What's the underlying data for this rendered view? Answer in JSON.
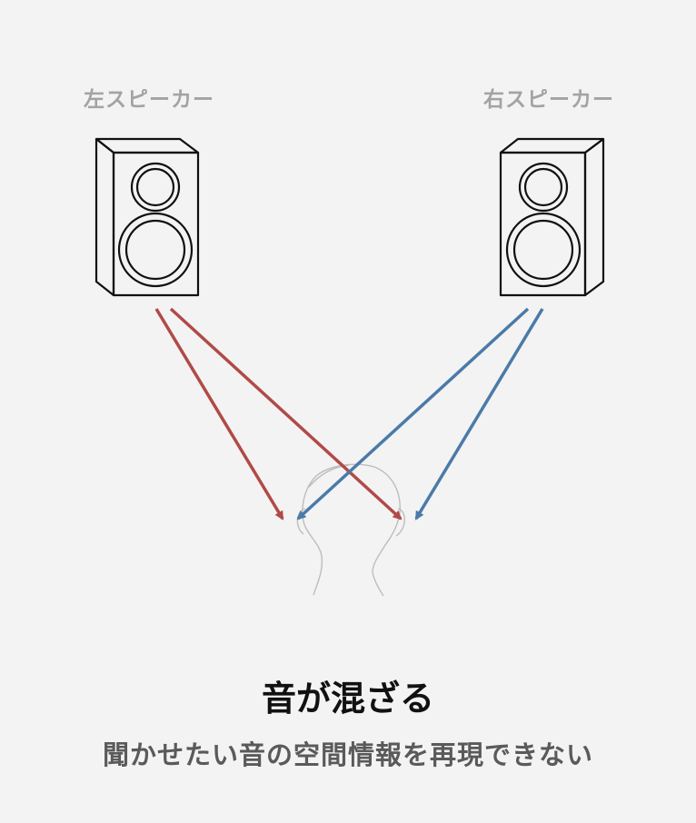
{
  "speakers": {
    "left_label": "左スピーカー",
    "right_label": "右スピーカー"
  },
  "colors": {
    "left_arrow": "#b04a48",
    "right_arrow": "#4a7aa8",
    "speaker_stroke": "#111111",
    "head_stroke": "#bbbbbb"
  },
  "caption": {
    "title": "音が混ざる",
    "subtitle": "聞かせたい音の空間情報を再現できない"
  }
}
